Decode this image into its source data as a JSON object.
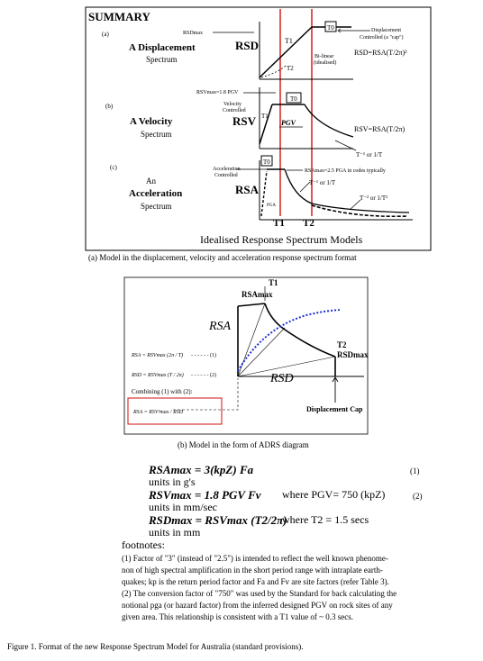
{
  "summary": {
    "title": "SUMMARY",
    "tags": [
      "(a)",
      "(b)",
      "(c)"
    ],
    "disp_label_1": "A Displacement",
    "disp_label_2": "Spectrum",
    "vel_label_1": "A Velocity",
    "vel_label_2": "Spectrum",
    "acc_label_1": "An",
    "acc_label_2": "Acceleration",
    "acc_label_3": "Spectrum",
    "rsd": "RSD",
    "rsv": "RSV",
    "rsa": "RSA",
    "rsd_max": "RSDmax",
    "rsv_max_eq": "RSVmax=1.8 PGV",
    "t_zero": "T0",
    "t1": "T1",
    "t2": "T2",
    "t1_sub": "T1",
    "t2_sub": "T2",
    "bilinear_1": "Bi-linear",
    "bilinear_2": "(idealised)",
    "disp_cap_1": "Displacement",
    "disp_cap_2": "Controlled (a \"cap\")",
    "rsd_formula": "RSD=RSA(T/2π)²",
    "vel_ctrl_1": "Velocity",
    "vel_ctrl_2": "Controlled",
    "pgv": "PGV",
    "rsv_formula": "RSV=RSA(T/2π)",
    "t_inv": "T⁻¹ or 1/T",
    "acc_ctrl_1": "Acceleration",
    "acc_ctrl_2": "Controlled",
    "rsa_max_note": "RSAmax=2.5 PGA in codes typically",
    "t_inv2": "T⁻¹ or 1/T",
    "t_inv_sq": "T⁻² or 1/T²",
    "pga": "PGA",
    "caption": "Idealised Response Spectrum Models"
  },
  "caption_a": "(a) Model in the displacement, velocity and acceleration response spectrum format",
  "adrs": {
    "t1": "T1",
    "rsa_max": "RSAmax",
    "rsa": "RSA",
    "t2": "T2",
    "rsd_max": "RSDmax",
    "rsd": "RSD",
    "eq1_lhs": "RSA = RSVmax (2π / T)",
    "eq1_tag": "- - - - - - (1)",
    "eq2_lhs": "RSD = RSVmax (T / 2π)",
    "eq2_tag": "- - - - - - (2)",
    "combining": "Combining (1) with (2):",
    "combined": "RSA = RSV²max / RSD",
    "disp_cap": "Displacement Cap"
  },
  "caption_b": "(b) Model in the form of ADRS diagram",
  "equations": {
    "e1": "RSAmax = 3(kpZ) Fa",
    "e1_num": "(1)",
    "e1_units": "units in g's",
    "e2": "RSVmax = 1.8 PGV Fv",
    "e2_where": "where PGV= 750 (kpZ)",
    "e2_num": "(2)",
    "e2_units": "units in mm/sec",
    "e3": "RSDmax = RSVmax (T2/2π)",
    "e3_where": "where T2 = 1.5 secs",
    "e3_units": "units in mm"
  },
  "footnotes": {
    "title": "footnotes:",
    "n1_l1": "(1)  Factor of \"3\" (instead of \"2.5\") is intended to reflect the well known phenome-",
    "n1_l2": "non of high spectral amplification in the short period range with intraplate earth-",
    "n1_l3": "quakes; kp is the return period factor and Fa and Fv are site factors (refer Table 3).",
    "n2_l1": "(2)  The conversion factor of \"750\" was used by the Standard for back calculating the",
    "n2_l2": "notional pga (or hazard factor) from the inferred designed PGV on rock sites of any",
    "n2_l3": "given area. This relationship is consistent with a T1 value of ~ 0.3 secs."
  },
  "figure_caption": "Figure 1. Format of the new Response Spectrum Model for Australia (standard provisions)."
}
